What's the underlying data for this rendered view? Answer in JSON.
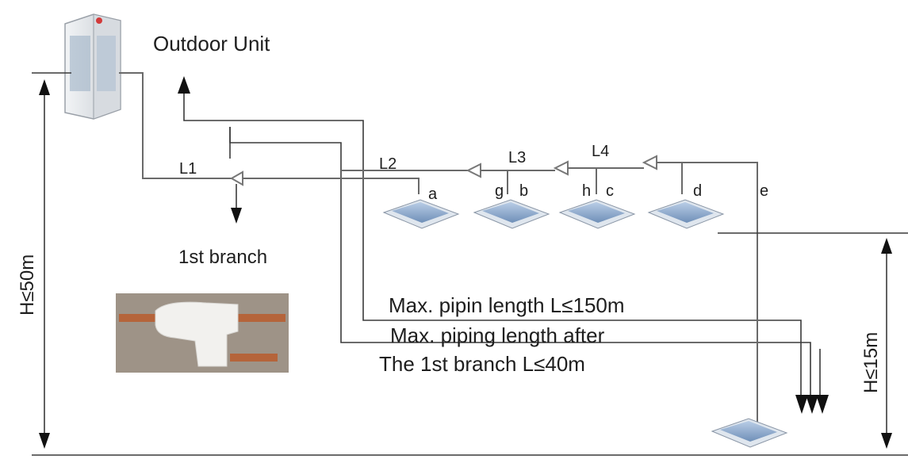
{
  "outdoor_unit_label": "Outdoor Unit",
  "pipe_labels": {
    "l1": "L1",
    "l2": "L2",
    "l3": "L3",
    "l4": "L4"
  },
  "unit_labels": {
    "a": "a",
    "b": "b",
    "c": "c",
    "d": "d",
    "e": "e",
    "g": "g",
    "h": "h"
  },
  "first_branch_label": "1st branch",
  "max_piping_label": "Max. pipin length L≤150m",
  "after_branch_line1": "Max. piping length after",
  "after_branch_line2": "The 1st branch L≤40m",
  "height_total_label": "H≤50m",
  "height_indoor_label": "H≤15m",
  "colors": {
    "pipe": "#6a6a6a",
    "unit_blue": "#8fa8c8",
    "fitting_bg": "#9a8f84",
    "copper": "#b5643a"
  }
}
